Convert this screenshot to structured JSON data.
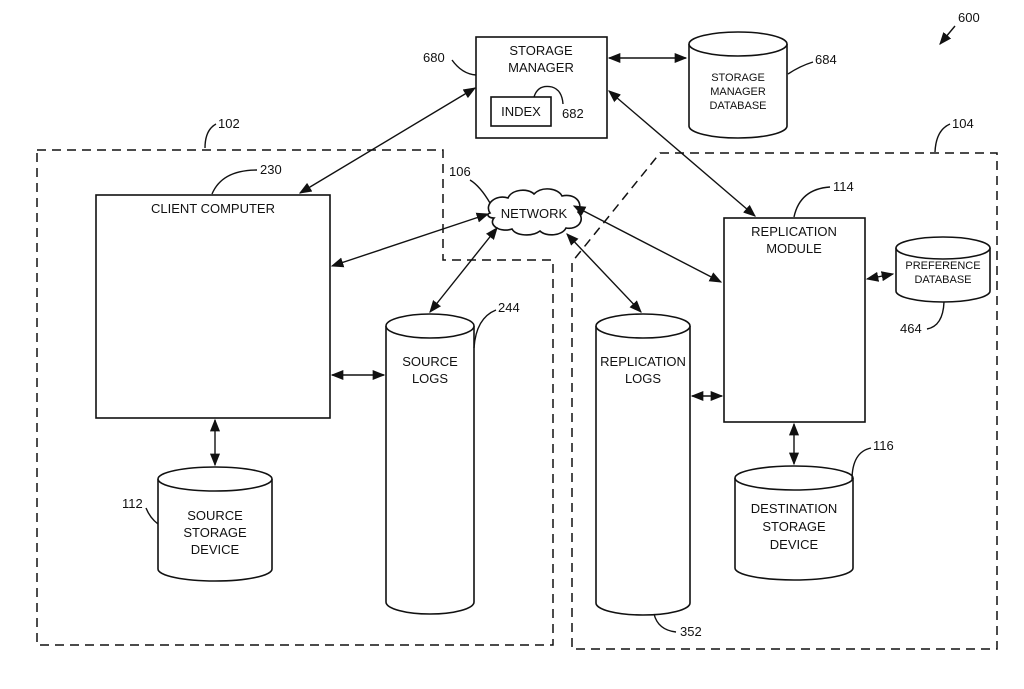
{
  "diagram": {
    "figure_ref": "600",
    "storage_manager": {
      "line1": "STORAGE",
      "line2": "MANAGER",
      "ref": "680"
    },
    "index": {
      "label": "INDEX",
      "ref": "682"
    },
    "sm_database": {
      "line1": "STORAGE",
      "line2": "MANAGER",
      "line3": "DATABASE",
      "ref": "684"
    },
    "client_group": {
      "ref": "102"
    },
    "destination_group": {
      "ref": "104"
    },
    "client_computer": {
      "label": "CLIENT COMPUTER",
      "ref": "230"
    },
    "network": {
      "label": "NETWORK",
      "ref": "106"
    },
    "replication_module": {
      "line1": "REPLICATION",
      "line2": "MODULE",
      "ref": "114"
    },
    "preference_database": {
      "line1": "PREFERENCE",
      "line2": "DATABASE",
      "ref": "464"
    },
    "source_logs": {
      "line1": "SOURCE",
      "line2": "LOGS",
      "ref": "244"
    },
    "replication_logs": {
      "line1": "REPLICATION",
      "line2": "LOGS",
      "ref": "352"
    },
    "source_storage": {
      "line1": "SOURCE",
      "line2": "STORAGE",
      "line3": "DEVICE",
      "ref": "112"
    },
    "destination_storage": {
      "line1": "DESTINATION",
      "line2": "STORAGE",
      "line3": "DEVICE",
      "ref": "116"
    }
  }
}
